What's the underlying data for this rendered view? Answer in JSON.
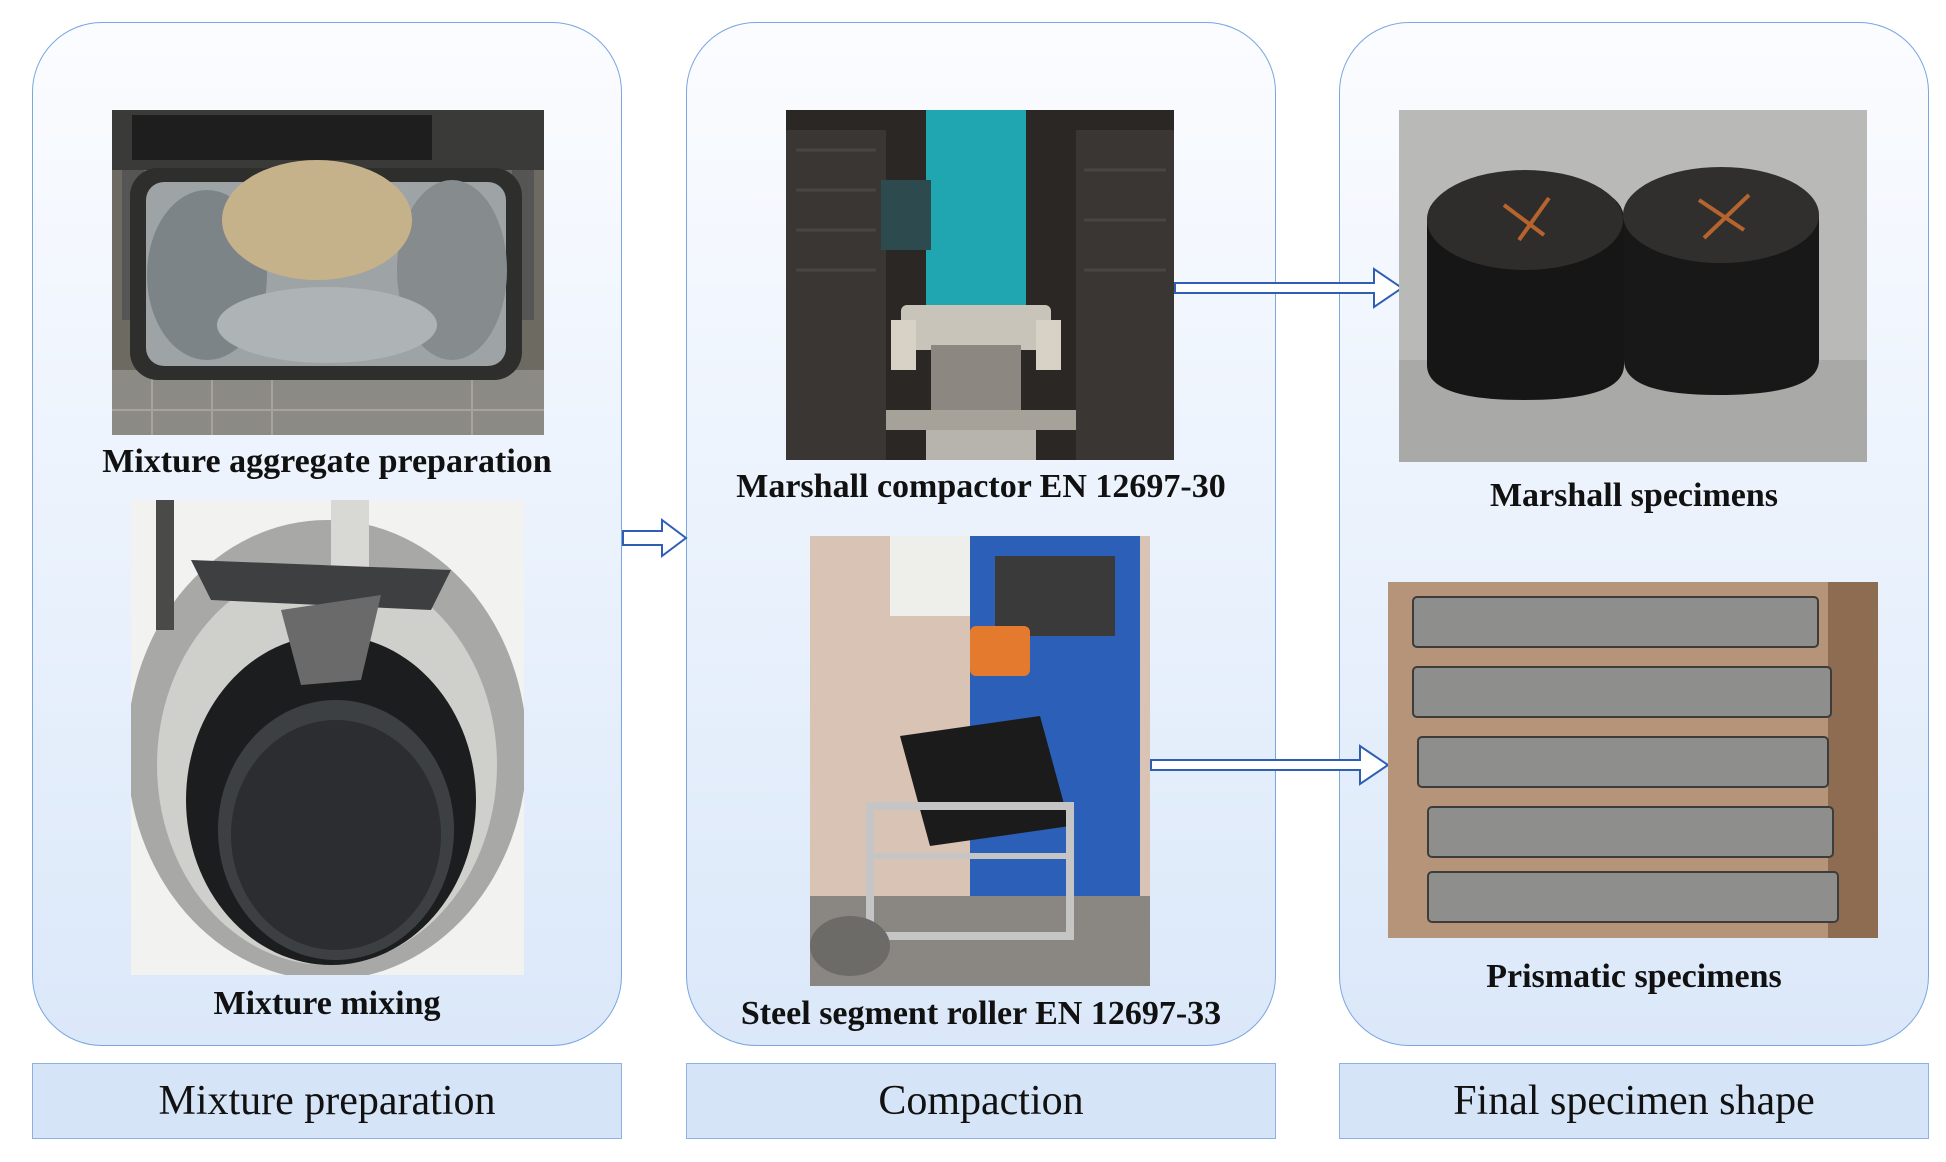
{
  "stages": [
    {
      "label": "Mixture preparation"
    },
    {
      "label": "Compaction"
    },
    {
      "label": "Final specimen shape"
    }
  ],
  "captions": {
    "aggregate_prep": "Mixture aggregate preparation",
    "mixing": "Mixture mixing",
    "marshall_compactor": "Marshall compactor EN 12697-30",
    "roller": "Steel segment roller EN 12697-33",
    "marshall_specimens": "Marshall specimens",
    "prismatic_specimens": "Prismatic specimens"
  },
  "colors": {
    "panel_border": "#7aa7e0",
    "label_fill": "#d6e4f7",
    "arrow": "#2f5fb5"
  }
}
